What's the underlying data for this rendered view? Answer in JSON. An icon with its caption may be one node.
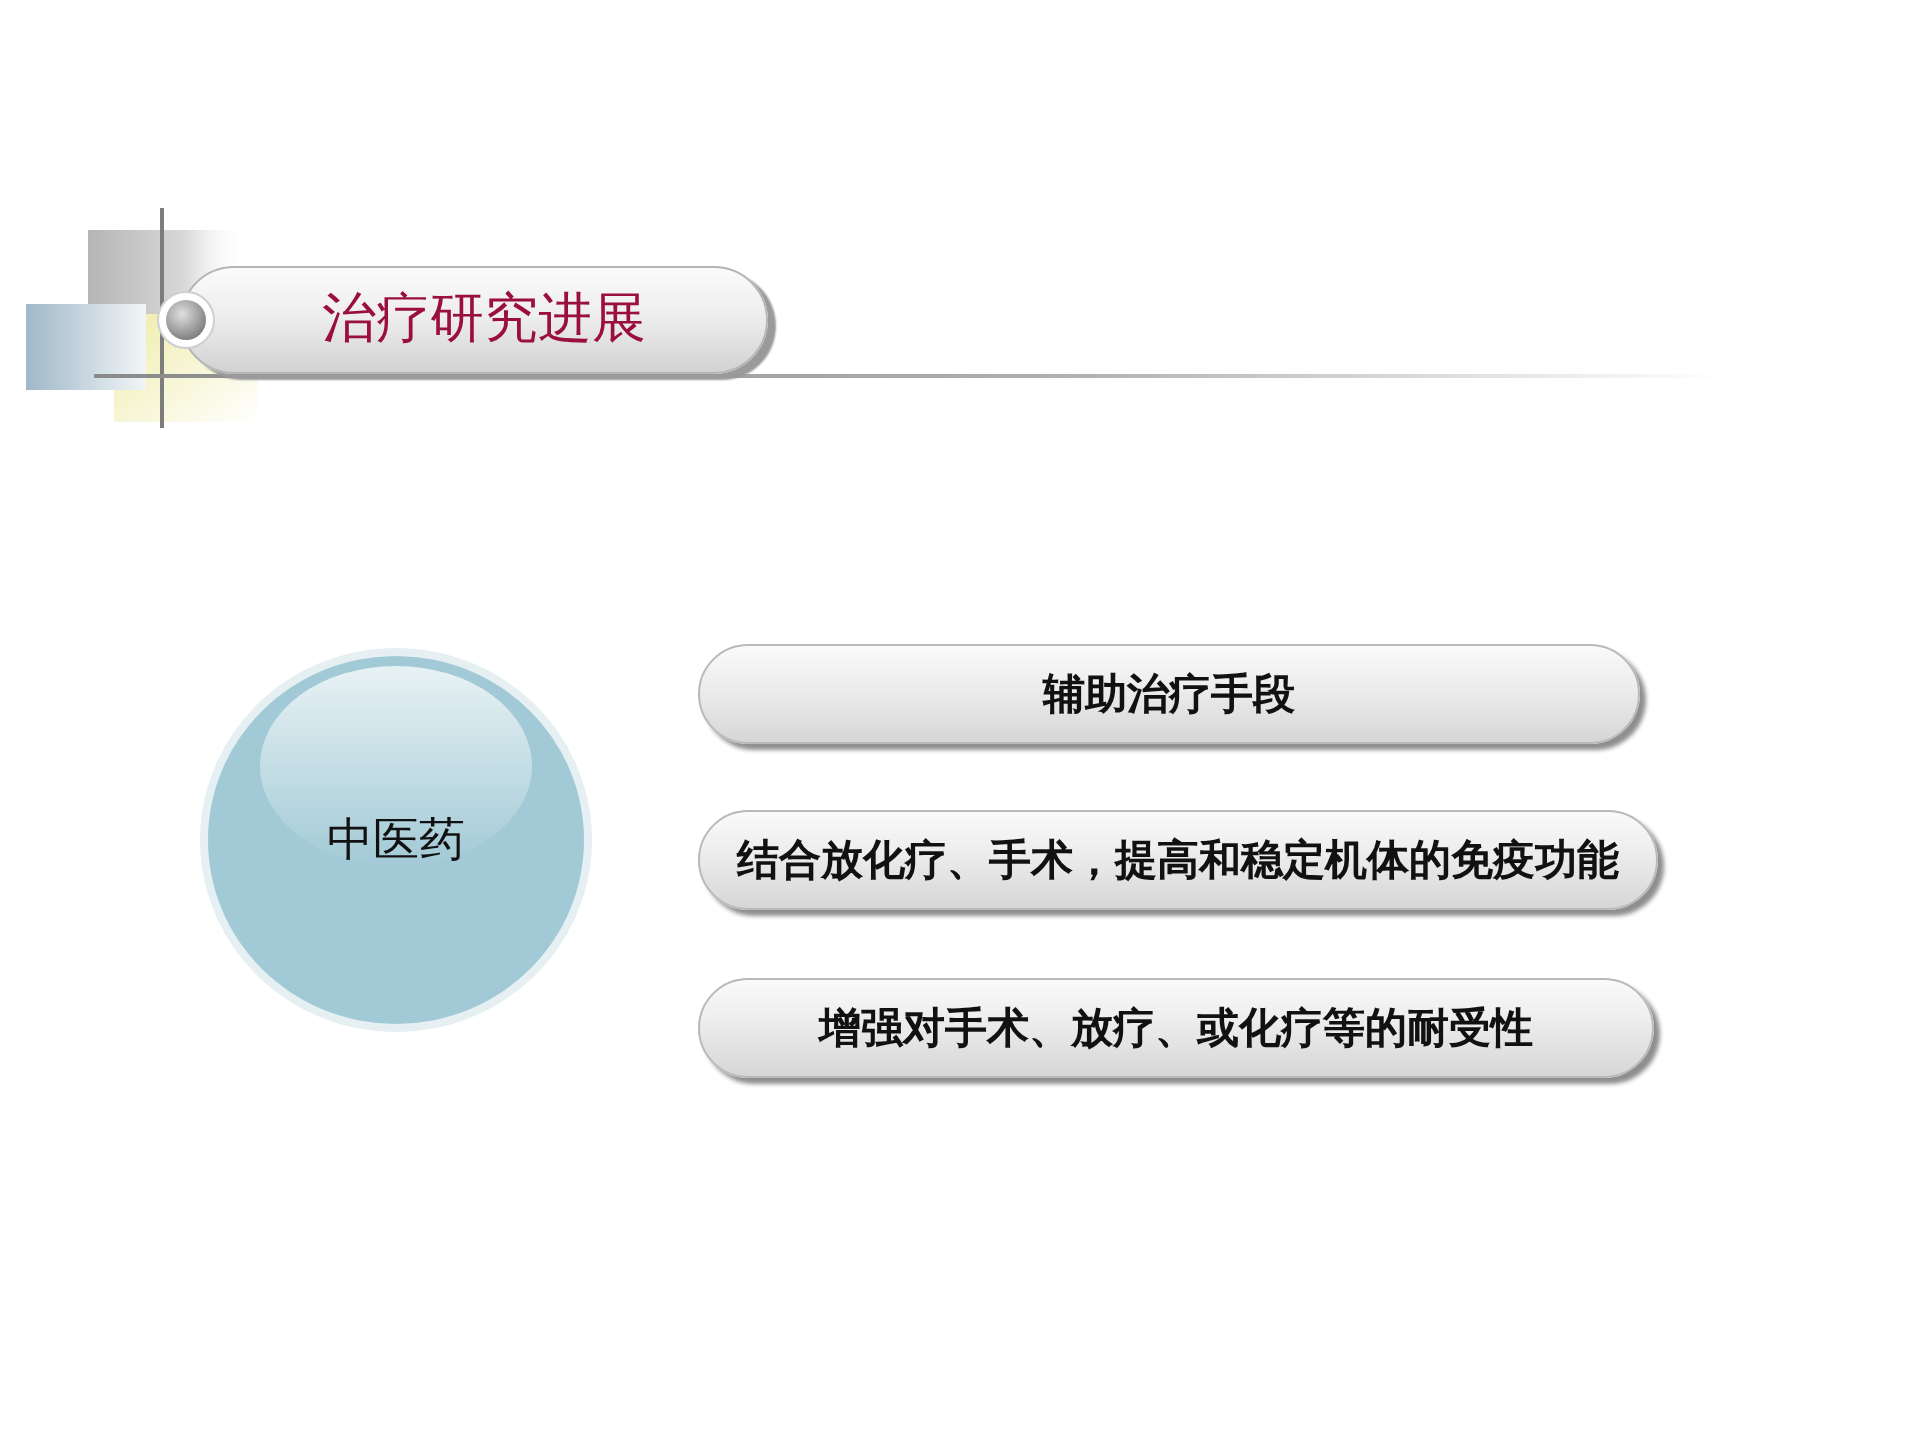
{
  "diagram": {
    "title": "治疗研究进展",
    "nodes": [
      {
        "text": [
          "中医药"
        ]
      },
      {
        "text": [
          "辅助治疗手段"
        ]
      },
      {
        "text": [
          "结合放化疗、手术，提高和稳定机体的免疫功能"
        ]
      },
      {
        "text": [
          "增强对手术、放疗、或化疗等的耐受性"
        ]
      }
    ]
  }
}
